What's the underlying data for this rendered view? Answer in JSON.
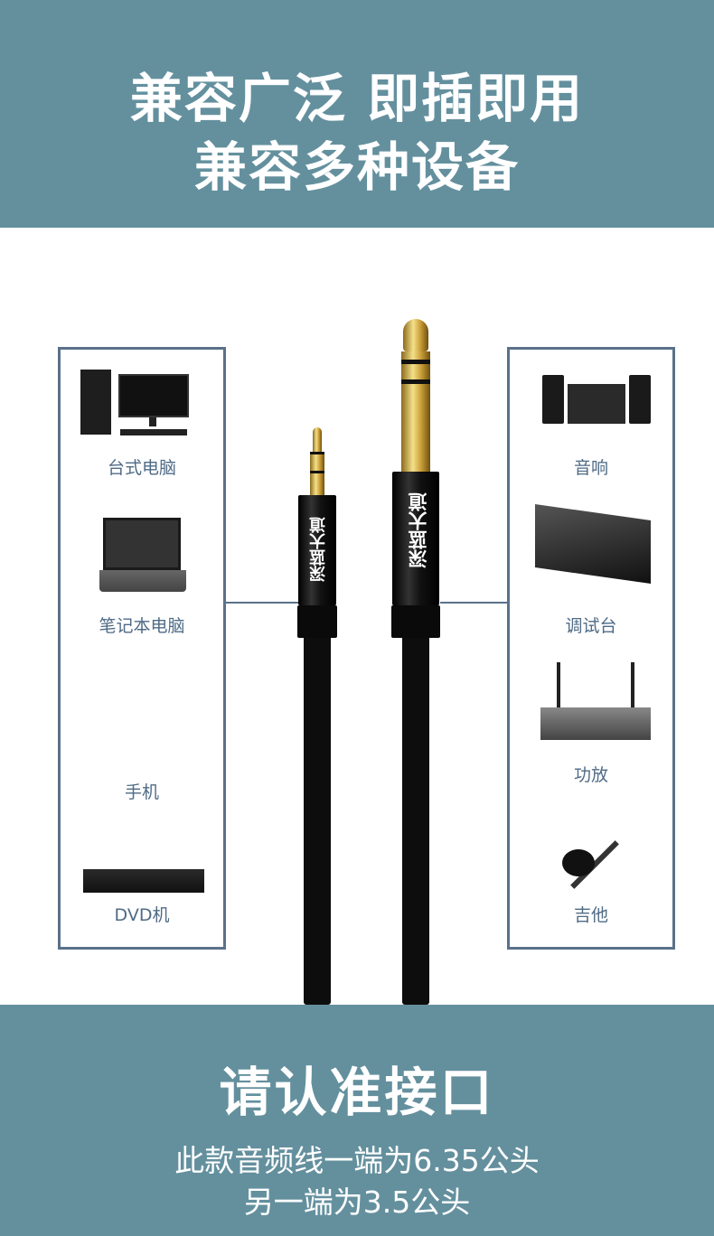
{
  "header": {
    "line1": "兼容广泛  即插即用",
    "line2": "兼容多种设备"
  },
  "left_devices": [
    {
      "label": "台式电脑"
    },
    {
      "label": "笔记本电脑"
    },
    {
      "label": "手机"
    },
    {
      "label": "DVD机"
    }
  ],
  "right_devices": [
    {
      "label": "音响"
    },
    {
      "label": "调试台"
    },
    {
      "label": "功放"
    },
    {
      "label": "吉他"
    }
  ],
  "product": {
    "brand": "深蓝大道"
  },
  "footer": {
    "title": "请认准接口",
    "line1": "此款音频线一端为6.35公头",
    "line2": "另一端为3.5公头"
  },
  "colors": {
    "band": "#64909e",
    "border": "#5a7189",
    "label": "#4f6b86"
  }
}
